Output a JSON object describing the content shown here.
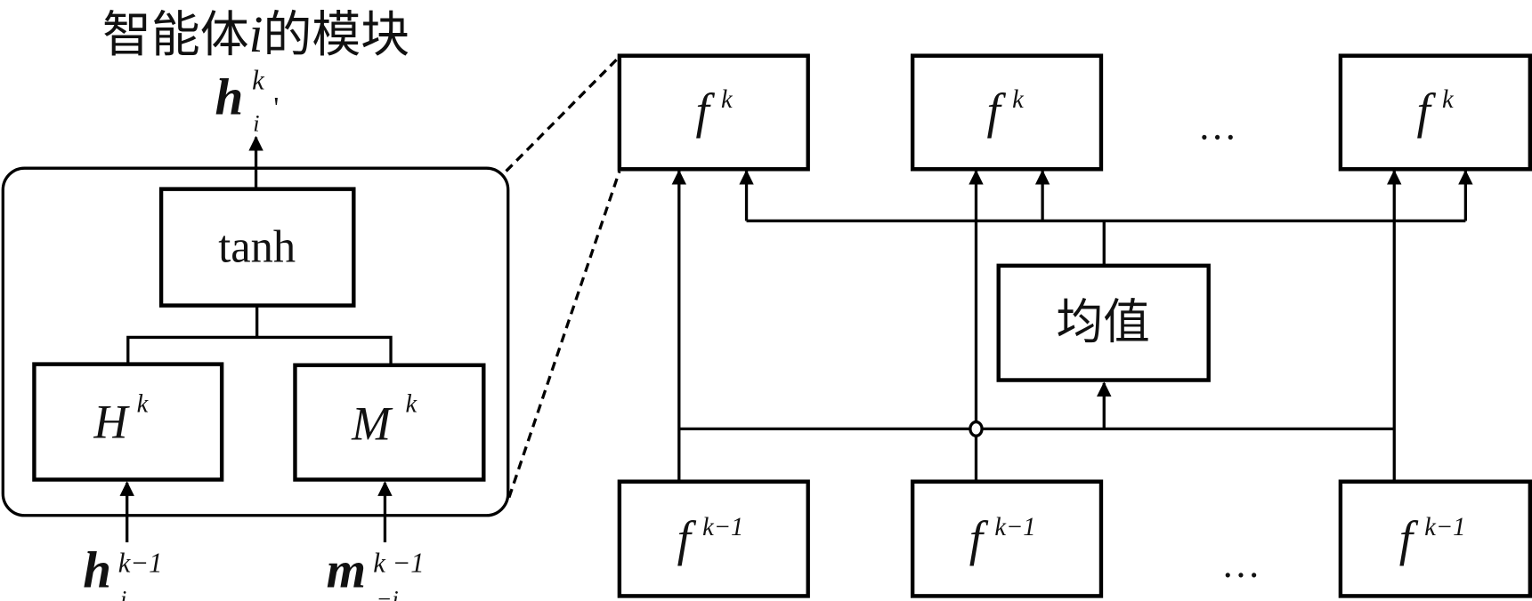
{
  "module": {
    "title_prefix": "智能体",
    "title_var": "i",
    "title_suffix": "的模块",
    "output": {
      "base": "h",
      "sup": "k",
      "sub": "i",
      "prime": "'"
    },
    "tanh_label": "tanh",
    "H_box": {
      "base": "H",
      "sup": "k"
    },
    "M_box": {
      "base": "M",
      "sup": "k"
    },
    "input_h": {
      "base": "h",
      "sup": "k−1",
      "sub": "i"
    },
    "input_m": {
      "base": "m",
      "sup": "k −1",
      "sub": "−i"
    }
  },
  "network": {
    "top_boxes": [
      {
        "base": "f",
        "sup": "k"
      },
      {
        "base": "f",
        "sup": "k"
      },
      {
        "base": "f",
        "sup": "k"
      }
    ],
    "bottom_boxes": [
      {
        "base": "f",
        "sup": "k−1"
      },
      {
        "base": "f",
        "sup": "k−1"
      },
      {
        "base": "f",
        "sup": "k−1"
      }
    ],
    "mean_label": "均值",
    "ellipsis_top": "…",
    "ellipsis_bottom": "…"
  },
  "colors": {
    "stroke": "#000000",
    "background": "#ffffff",
    "text": "#111111"
  }
}
